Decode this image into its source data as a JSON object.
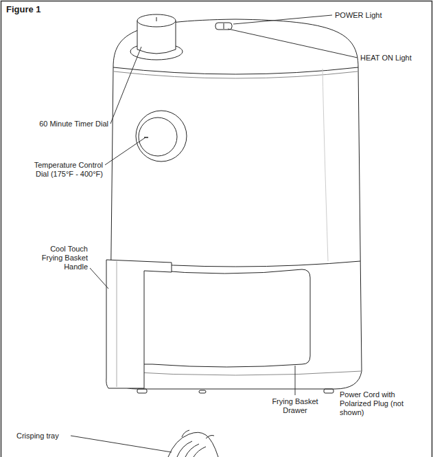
{
  "diagram": {
    "title": "Figure 1",
    "labels": [
      "POWER Light",
      "HEAT ON Light",
      "60 Minute Timer Dial",
      "Temperature Control Dial (175°F - 400°F)",
      "Cool Touch Frying Basket Handle",
      "Frying Basket Drawer",
      "Power Cord with Polarized Plug (not shown)",
      "Crisping tray"
    ]
  }
}
